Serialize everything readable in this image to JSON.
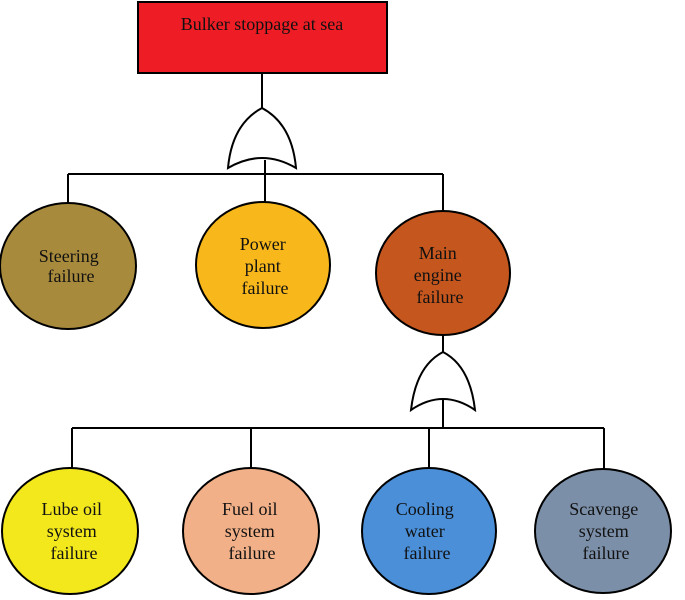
{
  "top_event": {
    "label": "Bulker stoppage at sea",
    "color": "#ee1c24"
  },
  "gate_top": {
    "type": "OR"
  },
  "level1": [
    {
      "id": "steering",
      "lines": [
        "Steering",
        "failure"
      ],
      "color": "#a88a3c"
    },
    {
      "id": "power-plant",
      "lines": [
        "Power",
        "plant",
        "failure"
      ],
      "color": "#f8b81c"
    },
    {
      "id": "main-engine",
      "lines": [
        "Main",
        "engine",
        "failure"
      ],
      "color": "#c5561e"
    }
  ],
  "gate_engine": {
    "type": "OR"
  },
  "level2": [
    {
      "id": "lube-oil",
      "lines": [
        "Lube oil",
        "system",
        "failure"
      ],
      "color": "#f3e81c"
    },
    {
      "id": "fuel-oil",
      "lines": [
        "Fuel oil",
        "system",
        "failure"
      ],
      "color": "#f2b088"
    },
    {
      "id": "cooling-water",
      "lines": [
        "Cooling",
        "water",
        "failure"
      ],
      "color": "#4a8fd8"
    },
    {
      "id": "scavenge",
      "lines": [
        "Scavenge",
        "system",
        "failure"
      ],
      "color": "#7b8fa8"
    }
  ]
}
